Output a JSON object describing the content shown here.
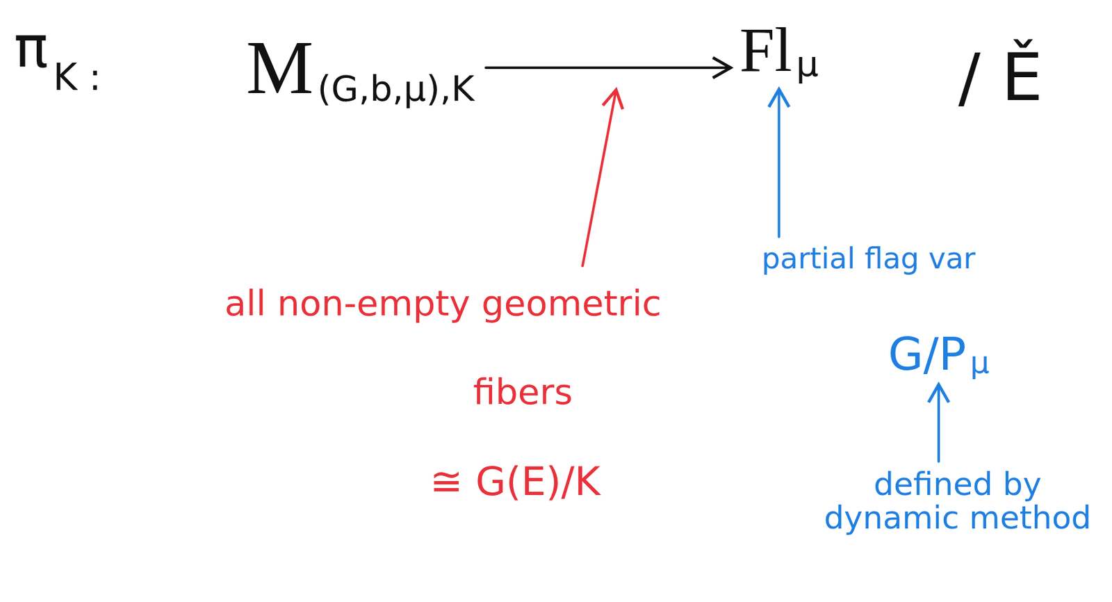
{
  "diagram": {
    "nodes": [
      {
        "text": [
          "M",
          "(G,b,μ),K"
        ]
      },
      {
        "text": [
          "Fl",
          "μ"
        ]
      },
      {
        "text": [
          "partial flag var"
        ]
      },
      {
        "text": [
          "G/P",
          "μ"
        ]
      },
      {
        "text": [
          "defined by dynamic method"
        ]
      }
    ],
    "edges": [
      {
        "from": 0,
        "to": 1,
        "arrow": "to"
      },
      {
        "from": 2,
        "to": 1,
        "arrow": "to"
      },
      {
        "from": 4,
        "to": 3,
        "arrow": "to"
      }
    ],
    "labels": [
      "π",
      "K :",
      "/ Ě",
      "all non-empty geometric",
      "fibers",
      "≅ G(E)/K"
    ]
  }
}
